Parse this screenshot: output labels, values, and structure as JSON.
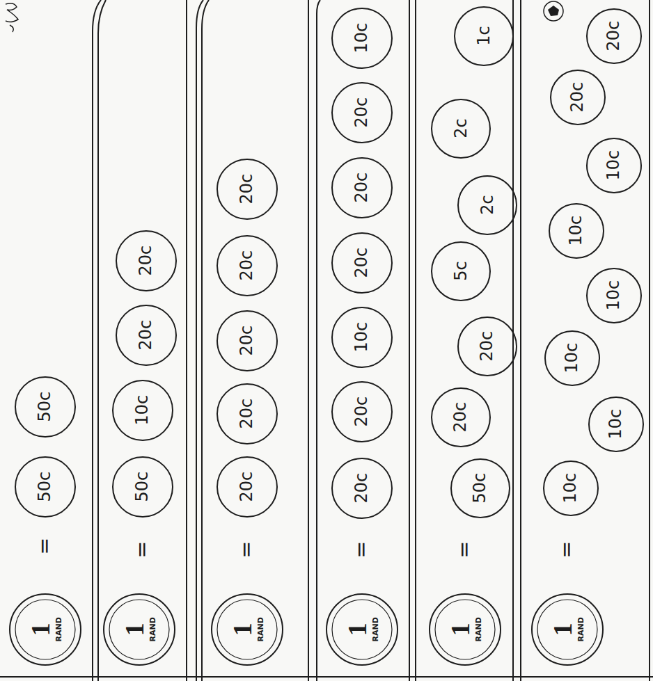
{
  "diagram": {
    "nodes": [
      {
        "text": [
          "1",
          "RAND"
        ]
      },
      {
        "text": [
          "50c"
        ]
      },
      {
        "text": [
          "50c"
        ]
      },
      {
        "text": [
          "1",
          "RAND"
        ]
      },
      {
        "text": [
          "50c"
        ]
      },
      {
        "text": [
          "10c"
        ]
      },
      {
        "text": [
          "20c"
        ]
      },
      {
        "text": [
          "20c"
        ]
      },
      {
        "text": [
          "1",
          "RAND"
        ]
      },
      {
        "text": [
          "20c"
        ]
      },
      {
        "text": [
          "20c"
        ]
      },
      {
        "text": [
          "20c"
        ]
      },
      {
        "text": [
          "20c"
        ]
      },
      {
        "text": [
          "20c"
        ]
      },
      {
        "text": [
          "1",
          "RAND"
        ]
      },
      {
        "text": [
          "20c"
        ]
      },
      {
        "text": [
          "20c"
        ]
      },
      {
        "text": [
          "10c"
        ]
      },
      {
        "text": [
          "20c"
        ]
      },
      {
        "text": [
          "20c"
        ]
      },
      {
        "text": [
          "20c"
        ]
      },
      {
        "text": [
          "10c"
        ]
      },
      {
        "text": [
          "1",
          "RAND"
        ]
      },
      {
        "text": [
          "50c"
        ]
      },
      {
        "text": [
          "20c"
        ]
      },
      {
        "text": [
          "20c"
        ]
      },
      {
        "text": [
          "5c"
        ]
      },
      {
        "text": [
          "2c"
        ]
      },
      {
        "text": [
          "2c"
        ]
      },
      {
        "text": [
          "1c"
        ]
      },
      {
        "text": [
          "1",
          "RAND"
        ]
      },
      {
        "text": [
          "10c"
        ]
      },
      {
        "text": [
          "10c"
        ]
      },
      {
        "text": [
          "10c"
        ]
      },
      {
        "text": [
          "10c"
        ]
      },
      {
        "text": [
          "10c"
        ]
      },
      {
        "text": [
          "10c"
        ]
      },
      {
        "text": [
          "20c"
        ]
      },
      {
        "text": [
          "20c"
        ]
      }
    ],
    "labels": [
      "=",
      "=",
      "=",
      "=",
      "=",
      "="
    ]
  }
}
